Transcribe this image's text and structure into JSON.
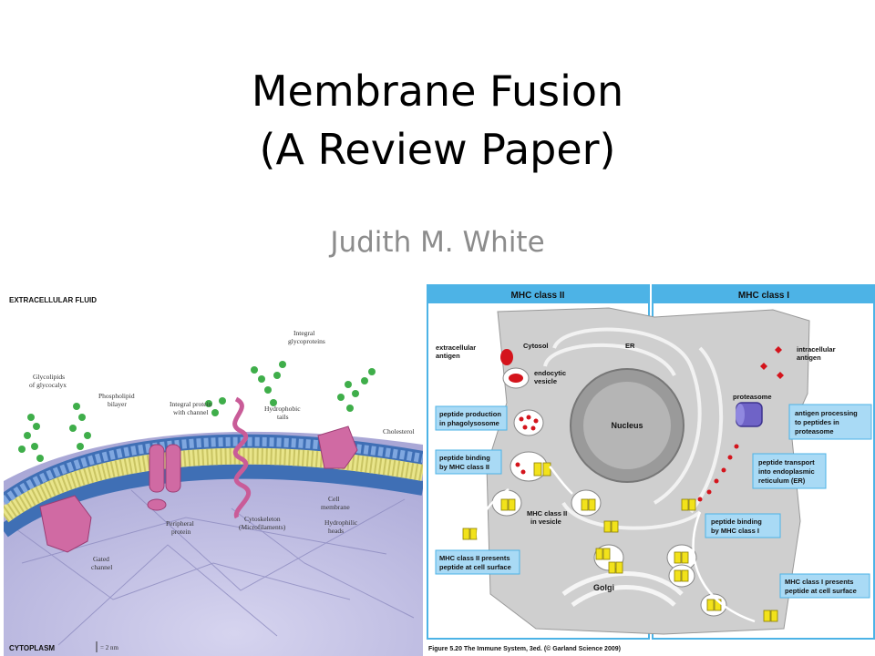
{
  "slide": {
    "title_line1": "Membrane Fusion",
    "title_line2": "(A Review Paper)",
    "author": "Judith M. White"
  },
  "membrane_figure": {
    "extracellular_fluid": "EXTRACELLULAR FLUID",
    "cytoplasm": "CYTOPLASM",
    "scale": "= 2 nm",
    "glycolipids_1": "Glycolipids",
    "glycolipids_2": "of glycocalyx",
    "phospholipid_1": "Phospholipid",
    "phospholipid_2": "bilayer",
    "integral_channel_1": "Integral protein",
    "integral_channel_2": "with channel",
    "integral_glyco_1": "Integral",
    "integral_glyco_2": "glycoproteins",
    "hydrophobic_1": "Hydrophobic",
    "hydrophobic_2": "tails",
    "cholesterol": "Cholesterol",
    "cell_membrane_1": "Cell",
    "cell_membrane_2": "membrane",
    "hydrophilic_1": "Hydrophilic",
    "hydrophilic_2": "heads",
    "cytoskeleton_1": "Cytoskeleton",
    "cytoskeleton_2": "(Microfilaments)",
    "peripheral_1": "Peripheral",
    "peripheral_2": "protein",
    "gated_1": "Gated",
    "gated_2": "channel"
  },
  "mhc_figure": {
    "header_class_ii": "MHC class II",
    "header_class_i": "MHC class I",
    "extracellular_antigen_1": "extracellular",
    "extracellular_antigen_2": "antigen",
    "cytosol": "Cytosol",
    "er": "ER",
    "endocytic_vesicle_1": "endocytic",
    "endocytic_vesicle_2": "vesicle",
    "nucleus": "Nucleus",
    "intracellular_antigen_1": "intracellular",
    "intracellular_antigen_2": "antigen",
    "proteasome": "proteasome",
    "peptide_production_1": "peptide production",
    "peptide_production_2": "in phagolysosome",
    "antigen_processing_1": "antigen processing",
    "antigen_processing_2": "to peptides in",
    "antigen_processing_3": "proteasome",
    "peptide_binding_ii_1": "peptide binding",
    "peptide_binding_ii_2": "by MHC class II",
    "peptide_transport_1": "peptide transport",
    "peptide_transport_2": "into endoplasmic",
    "peptide_transport_3": "reticulum (ER)",
    "mhc_ii_vesicle_1": "MHC class II",
    "mhc_ii_vesicle_2": "in vesicle",
    "peptide_binding_i_1": "peptide binding",
    "peptide_binding_i_2": "by MHC class I",
    "mhc_ii_presents_1": "MHC class II presents",
    "mhc_ii_presents_2": "peptide at cell surface",
    "mhc_i_presents_1": "MHC class I presents",
    "mhc_i_presents_2": "peptide at cell surface",
    "golgi": "Golgi",
    "caption": "Figure 5.20 The Immune System, 3ed. (© Garland Science 2009)"
  },
  "colors": {
    "header_blue": "#4db3e6",
    "box_blue": "#a9daf5",
    "cell_gray": "#cfcfcf",
    "mhc_yellow": "#f2e21b",
    "antigen_red": "#d4141c",
    "membrane_blue": "#4f7fc4",
    "protein_pink": "#d06aa3",
    "glyco_green": "#3fae4a",
    "cytoplasm_lavender": "#b7b5de"
  }
}
